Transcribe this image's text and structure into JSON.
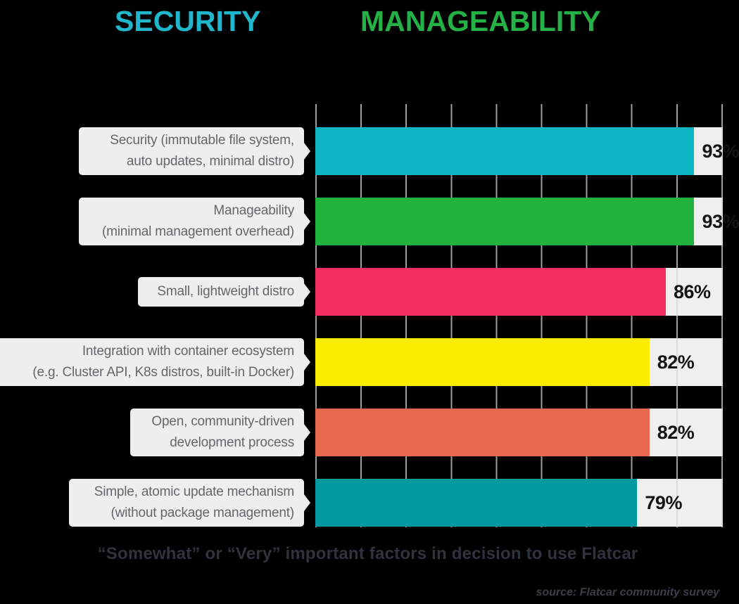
{
  "header": {
    "security_label": "SECURITY",
    "manageability_label": "MANAGEABILITY"
  },
  "colors": {
    "background": "#000000",
    "title_security": "#20b6cb",
    "title_manageability": "#24b247",
    "gridline": "#9c9c9c",
    "track": "#efefef",
    "label_box": "#eeeeee",
    "label_text": "#646669",
    "value_text": "#151515",
    "caption_text": "#2f333b",
    "source_text": "#3b3e46"
  },
  "chart_data": {
    "type": "bar",
    "orientation": "horizontal",
    "unit": "%",
    "xlim": [
      0,
      100
    ],
    "grid": true,
    "legend": "none",
    "categories": [
      "Security (immutable file system, auto updates, minimal distro)",
      "Manageability (minimal management overhead)",
      "Small, lightweight distro",
      "Integration with container ecosystem (e.g. Cluster API, K8s distros, built-in Docker)",
      "Open, community-driven development process",
      "Simple, atomic update mechanism (without package management)"
    ],
    "values": [
      93,
      93,
      86,
      82,
      82,
      79
    ],
    "bars": [
      {
        "line1": "Security (immutable file system,",
        "line2": "auto updates, minimal distro)",
        "value": 93,
        "display": "93%",
        "color": "#0cb6c5"
      },
      {
        "line1": "Manageability",
        "line2": "(minimal management overhead)",
        "value": 93,
        "display": "93%",
        "color": "#1fb33d"
      },
      {
        "line1": "Small, lightweight distro",
        "line2": "",
        "value": 86,
        "display": "86%",
        "color": "#f42e5e"
      },
      {
        "line1": "Integration with container ecosystem",
        "line2": "(e.g. Cluster API, K8s distros, built-in Docker)",
        "value": 82,
        "display": "82%",
        "color": "#fced00"
      },
      {
        "line1": "Open, community-driven",
        "line2": "development process",
        "value": 82,
        "display": "82%",
        "color": "#e8684d"
      },
      {
        "line1": "Simple, atomic update mechanism",
        "line2": "(without package management)",
        "value": 79,
        "display": "79%",
        "color": "#0099a1"
      }
    ],
    "title": "SECURITY MANAGEABILITY",
    "caption": "“Somewhat” or “Very” important factors in decision to use Flatcar",
    "source": "source: Flatcar community survey"
  }
}
